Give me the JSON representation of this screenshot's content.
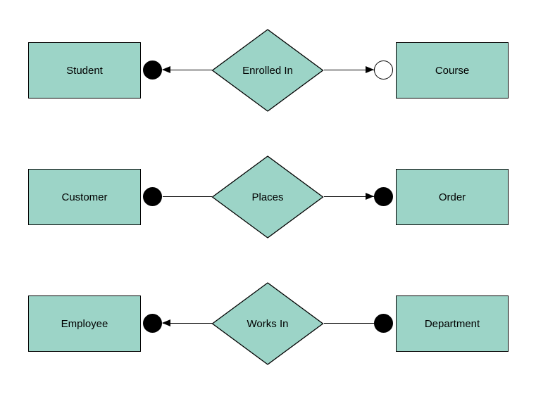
{
  "diagram": {
    "type": "entity-relationship-diagram",
    "background": "#ffffff",
    "shape_fill": "#9cd4c7",
    "shape_stroke": "#000000",
    "text_color": "#000000",
    "relationships": [
      {
        "left_entity": "Student",
        "label": "Enrolled In",
        "right_entity": "Course",
        "left_terminal": "filled-circle",
        "right_terminal": "open-circle",
        "left_arrowhead": true,
        "right_arrowhead": true
      },
      {
        "left_entity": "Customer",
        "label": "Places",
        "right_entity": "Order",
        "left_terminal": "filled-circle",
        "right_terminal": "filled-circle",
        "left_arrowhead": false,
        "right_arrowhead": true
      },
      {
        "left_entity": "Employee",
        "label": "Works In",
        "right_entity": "Department",
        "left_terminal": "filled-circle",
        "right_terminal": "filled-circle",
        "left_arrowhead": true,
        "right_arrowhead": false
      }
    ]
  }
}
